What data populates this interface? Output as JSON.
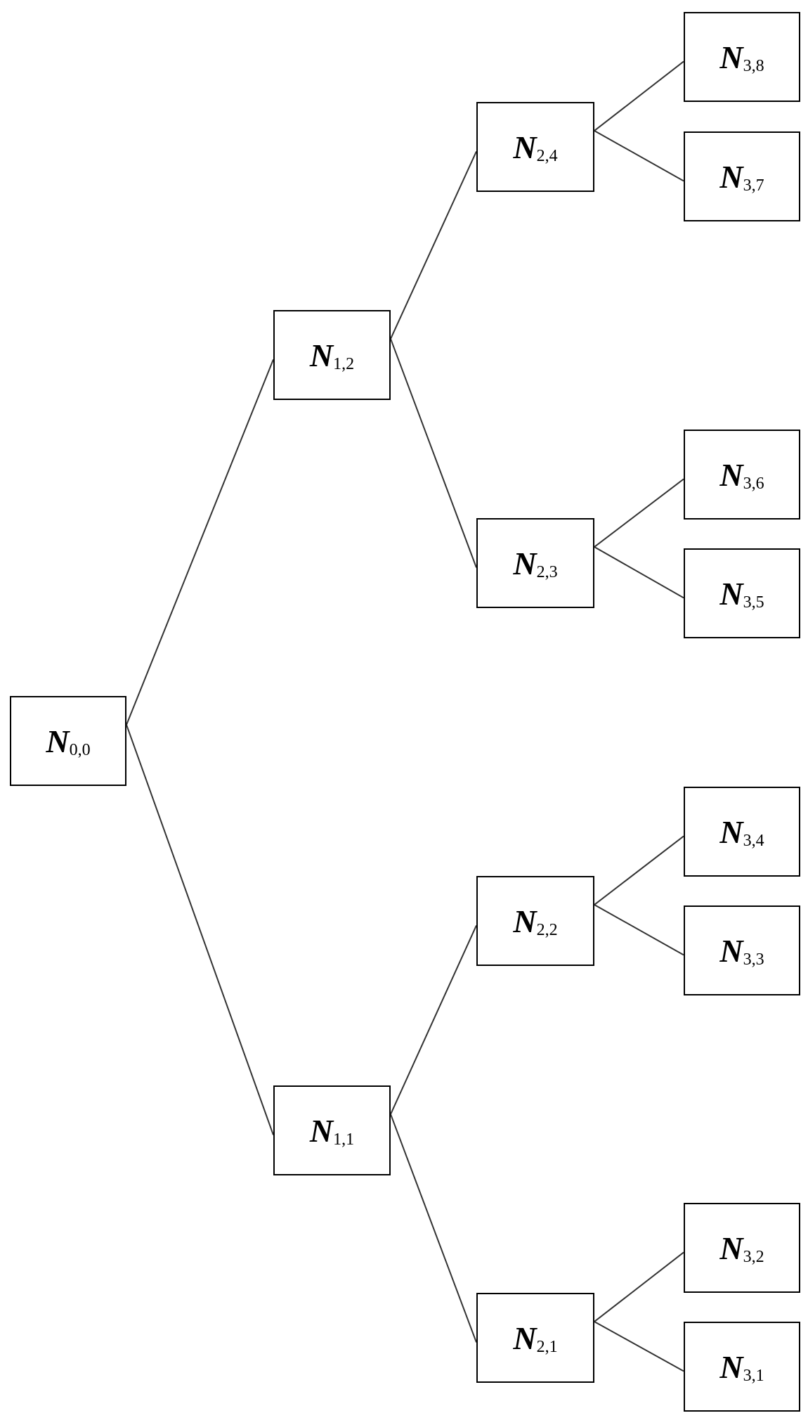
{
  "tree": {
    "line_color": "#333333",
    "box_border_color": "#000000",
    "letter": "N",
    "nodes": [
      {
        "id": "n00",
        "sub": "0,0",
        "level": 0,
        "slot": 0
      },
      {
        "id": "n12",
        "sub": "1,2",
        "level": 1,
        "slot": 0
      },
      {
        "id": "n11",
        "sub": "1,1",
        "level": 1,
        "slot": 1
      },
      {
        "id": "n24",
        "sub": "2,4",
        "level": 2,
        "slot": 0
      },
      {
        "id": "n23",
        "sub": "2,3",
        "level": 2,
        "slot": 1
      },
      {
        "id": "n22",
        "sub": "2,2",
        "level": 2,
        "slot": 2
      },
      {
        "id": "n21",
        "sub": "2,1",
        "level": 2,
        "slot": 3
      },
      {
        "id": "n38",
        "sub": "3,8",
        "level": 3,
        "slot": 0
      },
      {
        "id": "n37",
        "sub": "3,7",
        "level": 3,
        "slot": 1
      },
      {
        "id": "n36",
        "sub": "3,6",
        "level": 3,
        "slot": 2
      },
      {
        "id": "n35",
        "sub": "3,5",
        "level": 3,
        "slot": 3
      },
      {
        "id": "n34",
        "sub": "3,4",
        "level": 3,
        "slot": 4
      },
      {
        "id": "n33",
        "sub": "3,3",
        "level": 3,
        "slot": 5
      },
      {
        "id": "n32",
        "sub": "3,2",
        "level": 3,
        "slot": 6
      },
      {
        "id": "n31",
        "sub": "3,1",
        "level": 3,
        "slot": 7
      }
    ],
    "edges": [
      [
        "n00",
        "n12"
      ],
      [
        "n00",
        "n11"
      ],
      [
        "n12",
        "n24"
      ],
      [
        "n12",
        "n23"
      ],
      [
        "n11",
        "n22"
      ],
      [
        "n11",
        "n21"
      ],
      [
        "n24",
        "n38"
      ],
      [
        "n24",
        "n37"
      ],
      [
        "n23",
        "n36"
      ],
      [
        "n23",
        "n35"
      ],
      [
        "n22",
        "n34"
      ],
      [
        "n22",
        "n33"
      ],
      [
        "n21",
        "n32"
      ],
      [
        "n21",
        "n31"
      ]
    ]
  }
}
